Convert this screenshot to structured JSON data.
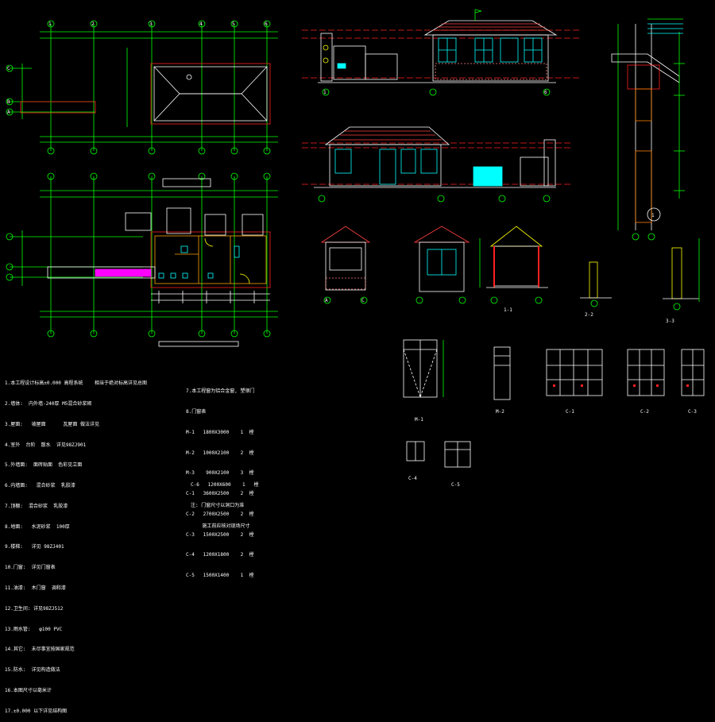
{
  "drawing": {
    "background": "#000000",
    "colors": {
      "axis": "#00ff00",
      "wall": "#ff2020",
      "roof": "#ffffff",
      "dim": "#00ff00",
      "hatch": "#ff00ff",
      "cyan": "#00ffff",
      "yellow": "#ffff00",
      "orange": "#ffa000"
    },
    "axis_labels_plan_top": [
      "1",
      "2",
      "3",
      "4",
      "5",
      "6"
    ],
    "axis_labels_plan_side": [
      "C",
      "B",
      "A"
    ],
    "circle_label": "1",
    "section_labels": [
      "1-1",
      "2-2",
      "3-3"
    ],
    "window_labels": [
      "M-1",
      "M-2",
      "C-1",
      "C-2",
      "C-3",
      "C-4",
      "C-5"
    ],
    "elev_axis_labels": [
      "1",
      "6",
      "A",
      "C"
    ],
    "notes_left": [
      "1.本工程设计标高±0.000 高程系统    相当于绝对标高详见总图",
      "2.墙体:  内外墙-240厚 M5混合砂浆砌",
      "3.屋面:   坡屋面      瓦屋面 做法详见",
      "4.室外  台阶  散水  详见98ZJ901",
      "5.外墙面:  面砖贴面  色彩见立面",
      "6.内墙面:   混合砂浆  乳胶漆",
      "7.顶棚:  混合砂浆  乳胶漆",
      "8.地面:   水泥砂浆  100厚",
      "9.楼梯:   详见 98ZJ401",
      "10.门窗:  详见门窗表",
      "11.油漆:  木门窗  调和漆",
      "12.卫生间: 详见98ZJ512",
      "13.雨水管:   φ100 PVC",
      "14.其它:  未尽事宜按国家规范",
      "15.防水:  详见构造做法",
      "16.本图尺寸以毫米计",
      "17.±0.000 以下详见结构图"
    ],
    "notes_mid": [
      "7.本工程窗为铝合金窗, 塑钢门",
      "8.门窗表",
      "M-1   1800X3000    1  樘",
      "M-2   1000X2100    2  樘",
      "M-3    900X2100    3  樘",
      "C-1   3600X2500    2  樘",
      "C-2   2700X2500    2  樘",
      "C-3   1500X2500    2  樘",
      "C-4   1200X1800    2  樘",
      "C-5   1500X1400    1  樘"
    ],
    "notes_bottom": [
      "C-6   1200X600    1   樘",
      "注: 门窗尺寸以洞口为准",
      "    施工前应核对现场尺寸"
    ]
  }
}
